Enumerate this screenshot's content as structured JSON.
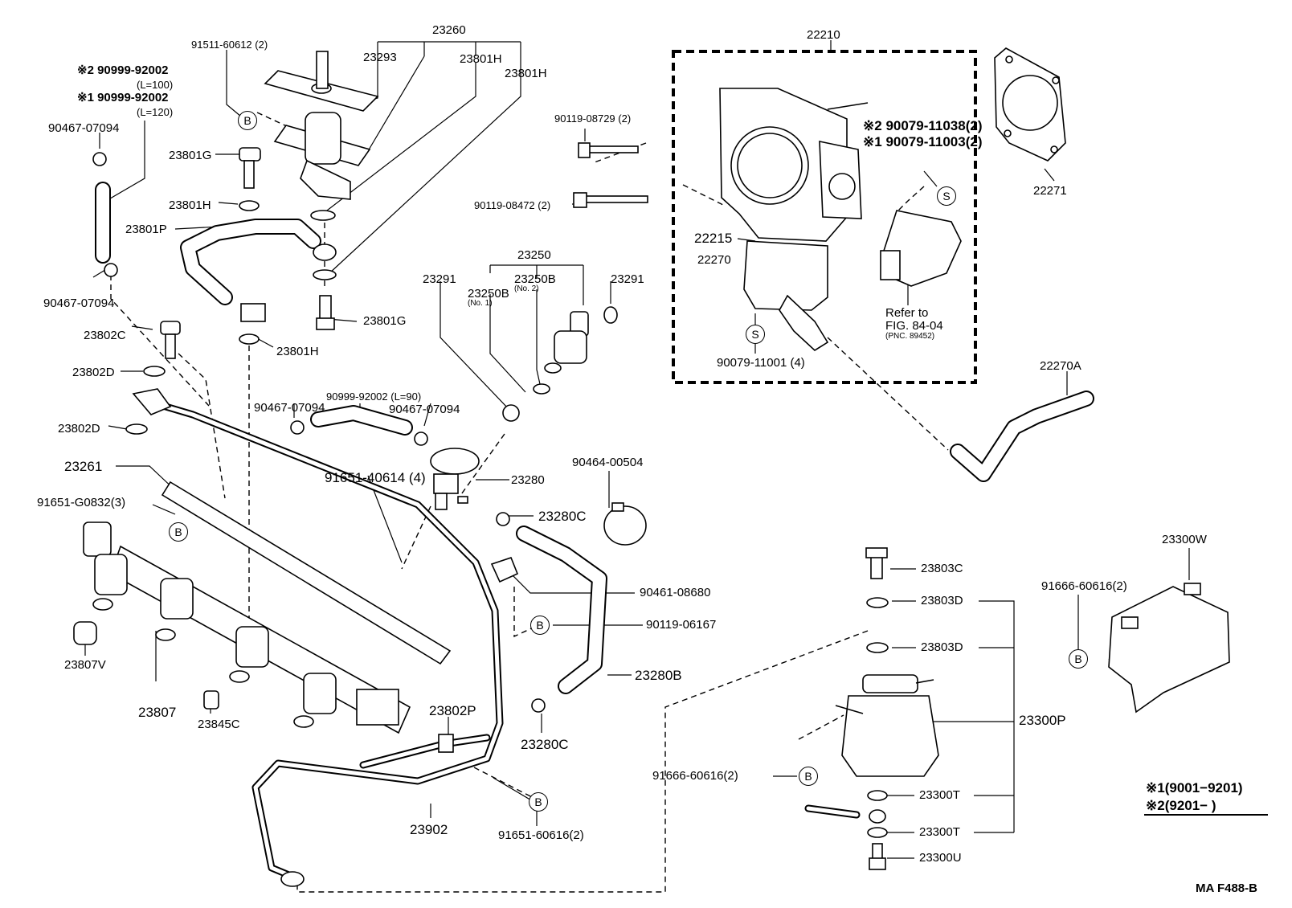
{
  "diagram_code": "MA F488-B",
  "parts": {
    "p22210": "22210",
    "p22215": "22215",
    "p22270": "22270",
    "p22270A": "22270A",
    "p22271": "22271",
    "p23250": "23250",
    "p23250B_no2": "23250B",
    "p23250B_no2_note": "(No. 2)",
    "p23250B_no1": "23250B",
    "p23250B_no1_note": "(No. 1)",
    "p23260": "23260",
    "p23261": "23261",
    "p23280": "23280",
    "p23280B": "23280B",
    "p23280C_top": "23280C",
    "p23280C_bot": "23280C",
    "p23291_left": "23291",
    "p23291_right": "23291",
    "p23293": "23293",
    "p23300P": "23300P",
    "p23300T_top": "23300T",
    "p23300T_bot": "23300T",
    "p23300U": "23300U",
    "p23300W": "23300W",
    "p23801G_top": "23801G",
    "p23801G_bot": "23801G",
    "p23801H_a": "23801H",
    "p23801H_b": "23801H",
    "p23801H_c": "23801H",
    "p23801H_d": "23801H",
    "p23801P": "23801P",
    "p23802C": "23802C",
    "p23802D_top": "23802D",
    "p23802D_bot": "23802D",
    "p23802P": "23802P",
    "p23803C": "23803C",
    "p23803D_top": "23803D",
    "p23803D_bot": "23803D",
    "p23807": "23807",
    "p23807V": "23807V",
    "p23845C": "23845C",
    "p23902": "23902",
    "p90079_11038": "90079-11038(2)",
    "p90079_11038_mark": "※2",
    "p90079_11003": "90079-11003(2)",
    "p90079_11003_mark": "※1",
    "p90079_11001": "90079-11001 (4)",
    "p90119_08729": "90119-08729 (2)",
    "p90119_08472": "90119-08472 (2)",
    "p90119_06167": "90119-06167",
    "p90461_08680": "90461-08680",
    "p90464_00504": "90464-00504",
    "p90467_07094_a": "90467-07094",
    "p90467_07094_b": "90467-07094",
    "p90467_07094_c": "90467-07094",
    "p90467_07094_d": "90467-07094",
    "p90999_92002_L90": "90999-92002 (L=90)",
    "p90999_92002_m2": "90999-92002",
    "p90999_92002_m2_mark": "※2",
    "p90999_92002_m2_len": "(L=100)",
    "p90999_92002_m1": "90999-92002",
    "p90999_92002_m1_mark": "※1",
    "p90999_92002_m1_len": "(L=120)",
    "p91511_60612": "91511-60612 (2)",
    "p91651_40614": "91651-40614 (4)",
    "p91651_G0832": "91651-G0832(3)",
    "p91651_60616": "91651-60616(2)",
    "p91666_60616_left": "91666-60616(2)",
    "p91666_60616_right": "91666-60616(2)"
  },
  "refer": {
    "line1": "Refer to",
    "line2": "FIG. 84-04",
    "line3": "(PNC. 89452)"
  },
  "markers": {
    "bolt": "B",
    "screw": "S"
  },
  "legend": {
    "line1": "※1(9001−9201)",
    "line2": "※2(9201−        )"
  }
}
